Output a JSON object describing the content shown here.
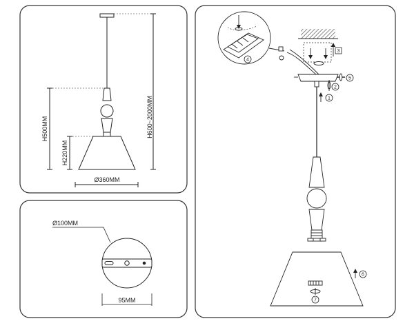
{
  "dimensions": {
    "height_total": "H600~2000MM",
    "height_body": "H500MM",
    "height_shade": "H220MM",
    "shade_diameter": "Ø360MM",
    "canopy_diameter": "Ø100MM",
    "mount_spacing": "95MM"
  },
  "steps": [
    "1",
    "2",
    "3",
    "4",
    "5",
    "6",
    "7"
  ],
  "colors": {
    "line": "#222222",
    "panel_border": "#333333",
    "hatch": "#555555"
  }
}
